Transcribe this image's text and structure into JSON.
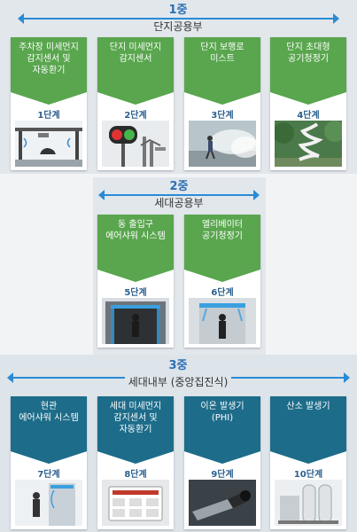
{
  "tiers": [
    {
      "num": "1중",
      "name": "단지공용부"
    },
    {
      "num": "2중",
      "name": "세대공용부"
    },
    {
      "num": "3중",
      "name": "세대내부 (중앙집진식)"
    }
  ],
  "cards": [
    {
      "lines": [
        "주차장 미세먼지",
        "감지센서 및",
        "자동환기"
      ],
      "step": "1단계"
    },
    {
      "lines": [
        "단지 미세먼지",
        "감지센서"
      ],
      "step": "2단계"
    },
    {
      "lines": [
        "단지 보행로",
        "미스트"
      ],
      "step": "3단계"
    },
    {
      "lines": [
        "단지 초대형",
        "공기청정기"
      ],
      "step": "4단계"
    },
    {
      "lines": [
        "동 출입구",
        "에어샤워 시스템"
      ],
      "step": "5단계"
    },
    {
      "lines": [
        "엘리베이터",
        "공기청정기"
      ],
      "step": "6단계"
    },
    {
      "lines": [
        "현관",
        "에어샤워 시스템"
      ],
      "step": "7단계"
    },
    {
      "lines": [
        "세대 미세먼지",
        "감지센서 및",
        "자동환기"
      ],
      "step": "8단계"
    },
    {
      "lines": [
        "이온 발생기",
        "(PHI)"
      ],
      "step": "9단계"
    },
    {
      "lines": [
        "산소 발생기"
      ],
      "step": "10단계"
    }
  ],
  "colors": {
    "tier1_2": "#59a64e",
    "tier3": "#1d6c8a",
    "arrow": "#2a8bd4"
  }
}
